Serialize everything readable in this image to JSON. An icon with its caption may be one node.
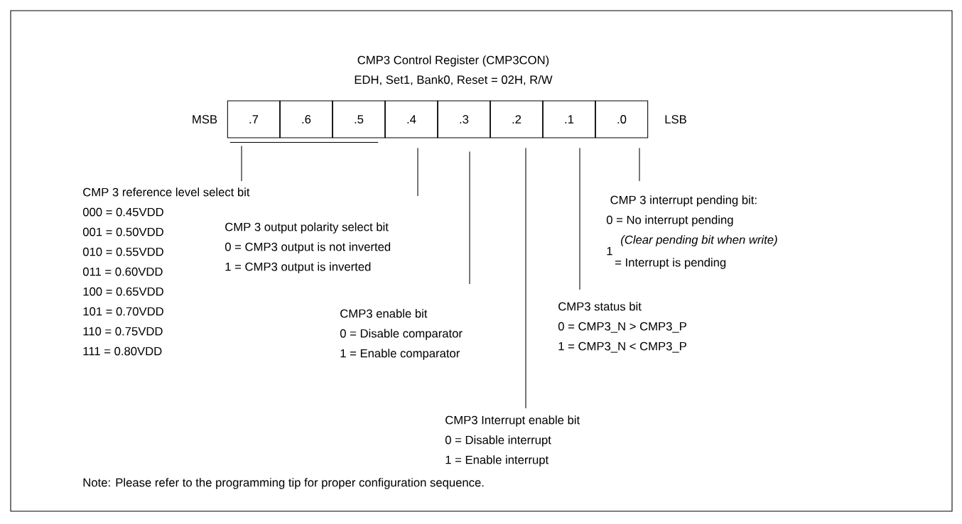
{
  "diagram": {
    "title": "CMP3 Control Register (CMP3CON)",
    "nodes": [
      {
        "text": [
          ".7"
        ]
      },
      {
        "text": [
          ".6"
        ]
      },
      {
        "text": [
          ".5"
        ]
      },
      {
        "text": [
          ".4"
        ]
      },
      {
        "text": [
          ".3"
        ]
      },
      {
        "text": [
          ".2"
        ]
      },
      {
        "text": [
          ".1"
        ]
      },
      {
        "text": [
          ".0"
        ]
      },
      {
        "text": [
          "CMP 3 reference level select bit",
          "000 = 0.45VDD",
          "001 = 0.50VDD",
          "010 = 0.55VDD",
          "011 = 0.60VDD",
          "100 = 0.65VDD",
          "101 = 0.70VDD",
          "110 = 0.75VDD",
          "111 = 0.80VDD"
        ]
      },
      {
        "text": [
          "CMP 3 output polarity select bit",
          "0 = CMP3 output is  not inverted",
          "1 = CMP3 output is inverted"
        ]
      },
      {
        "text": [
          "CMP3 enable bit",
          "0 = Disable comparator",
          "1 = Enable comparator"
        ]
      },
      {
        "text": [
          "CMP3 Interrupt enable bit",
          "0 = Disable interrupt",
          "1 = Enable interrupt"
        ]
      },
      {
        "text": [
          "CMP3 status bit",
          "0 = CMP3_N > CMP3_P",
          "1 = CMP3_N < CMP3_P"
        ]
      },
      {
        "text": [
          "CMP 3 interrupt pending bit:",
          "0 = No interrupt pending",
          "(Clear pending bit when write)",
          "1",
          "= Interrupt is pending"
        ]
      }
    ],
    "edges": [
      {
        "from": 8,
        "to": 0,
        "arrow": "none"
      },
      {
        "from": 9,
        "to": 3,
        "arrow": "none"
      },
      {
        "from": 10,
        "to": 4,
        "arrow": "none"
      },
      {
        "from": 11,
        "to": 5,
        "arrow": "none"
      },
      {
        "from": 12,
        "to": 6,
        "arrow": "none"
      },
      {
        "from": 13,
        "to": 7,
        "arrow": "none"
      }
    ],
    "labels": [
      "EDH, Set1, Bank0, Reset = 02H,  R/W",
      "MSB",
      "LSB",
      "Note:  Please refer to the programming tip for proper configuration sequence."
    ]
  }
}
